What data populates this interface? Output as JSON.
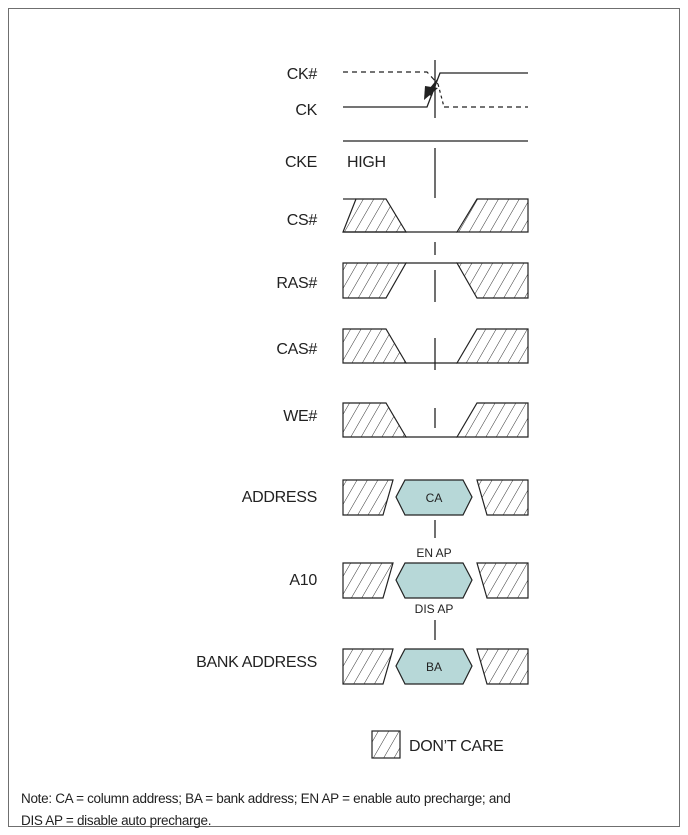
{
  "signals": {
    "ck_bar": "CK#",
    "ck": "CK",
    "cke": "CKE",
    "cke_level": "HIGH",
    "cs": "CS#",
    "ras": "RAS#",
    "cas": "CAS#",
    "we": "WE#",
    "address": "ADDRESS",
    "a10": "A10",
    "bank_address": "BANK ADDRESS"
  },
  "values": {
    "ca": "CA",
    "en_ap": "EN AP",
    "dis_ap": "DIS AP",
    "ba": "BA"
  },
  "legend": {
    "dont_care": "DON’T CARE"
  },
  "note": {
    "line1": "Note:   CA = column address; BA = bank address; EN AP = enable auto precharge; and",
    "line2": "DIS AP = disable auto precharge."
  },
  "colors": {
    "value_fill": "#b7d8d8",
    "line": "#1a1a1a"
  }
}
